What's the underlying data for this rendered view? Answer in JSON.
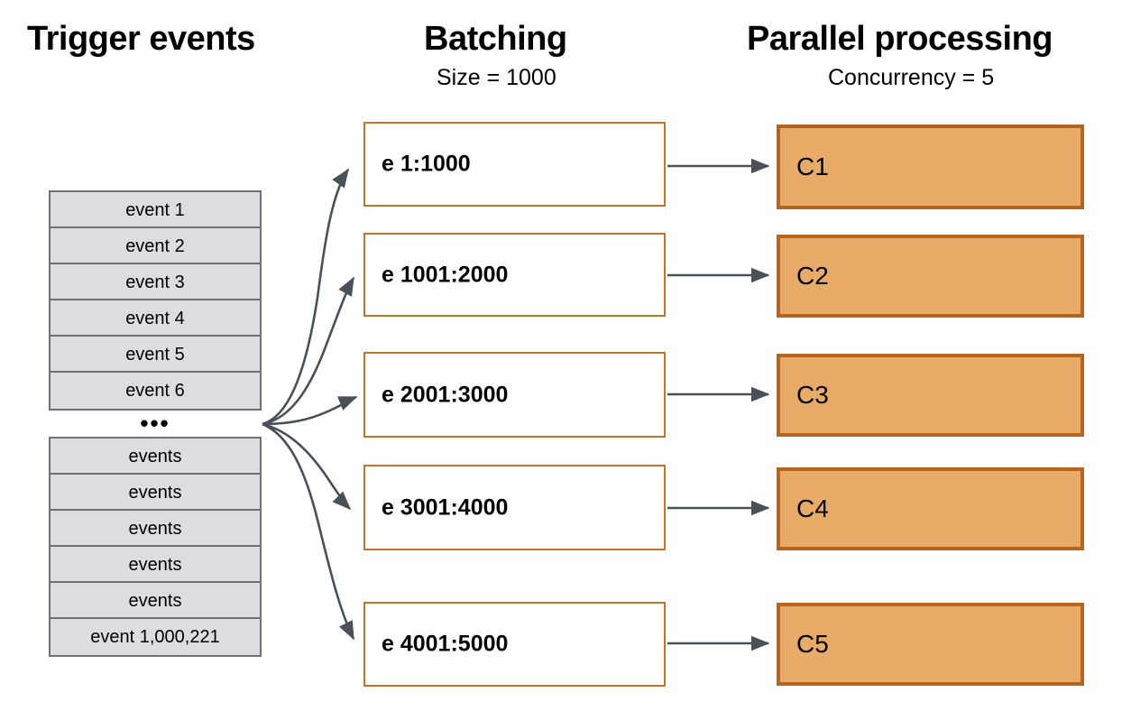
{
  "columns": {
    "trigger": {
      "heading": "Trigger events",
      "events_top": [
        "event 1",
        "event 2",
        "event 3",
        "event 4",
        "event 5",
        "event 6"
      ],
      "ellipsis": "•••",
      "events_bottom": [
        "events",
        "events",
        "events",
        "events",
        "events",
        "event 1,000,221"
      ]
    },
    "batching": {
      "heading": "Batching",
      "subheading": "Size = 1000",
      "batches": [
        "e 1:1000",
        "e 1001:2000",
        "e 2001:3000",
        "e 3001:4000",
        "e 4001:5000"
      ]
    },
    "parallel": {
      "heading": "Parallel processing",
      "subheading": "Concurrency = 5",
      "workers": [
        "C1",
        "C2",
        "C3",
        "C4",
        "C5"
      ]
    }
  },
  "colors": {
    "event_fill": "#dcdde0",
    "event_border": "#6e7179",
    "batch_border": "#c2742a",
    "batch_fill": "#ffffff",
    "worker_fill": "#e9ab68",
    "worker_border": "#b5651d",
    "arrow": "#4a5058",
    "background": "#ffffff",
    "text": "#000000"
  }
}
